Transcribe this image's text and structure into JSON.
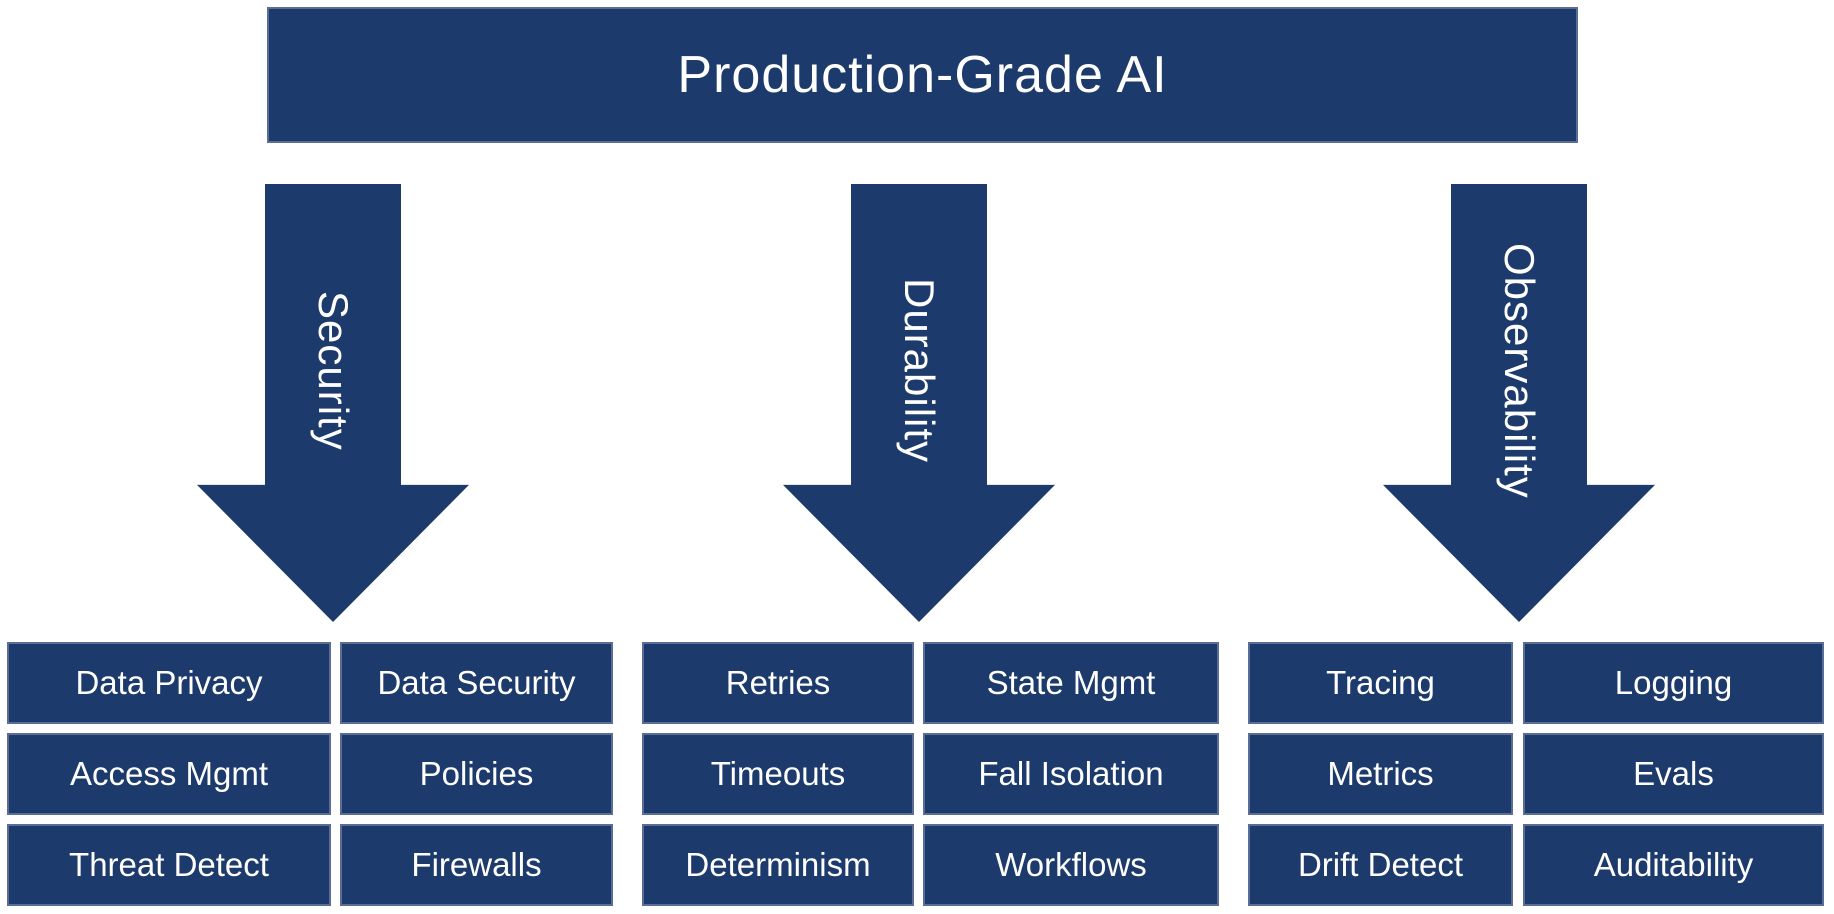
{
  "banner": {
    "title": "Production-Grade AI"
  },
  "colors": {
    "navy_fill": "#1c3a6b",
    "box_border": "#5a6d96",
    "text": "#ffffff",
    "background": "#ffffff"
  },
  "pillars": [
    {
      "label": "Security",
      "cells": [
        "Data Privacy",
        "Data Security",
        "Access Mgmt",
        "Policies",
        "Threat Detect",
        "Firewalls"
      ]
    },
    {
      "label": "Durability",
      "cells": [
        "Retries",
        "State Mgmt",
        "Timeouts",
        "Fall Isolation",
        "Determinism",
        "Workflows"
      ]
    },
    {
      "label": "Observability",
      "cells": [
        "Tracing",
        "Logging",
        "Metrics",
        "Evals",
        "Drift Detect",
        "Auditability"
      ]
    }
  ]
}
